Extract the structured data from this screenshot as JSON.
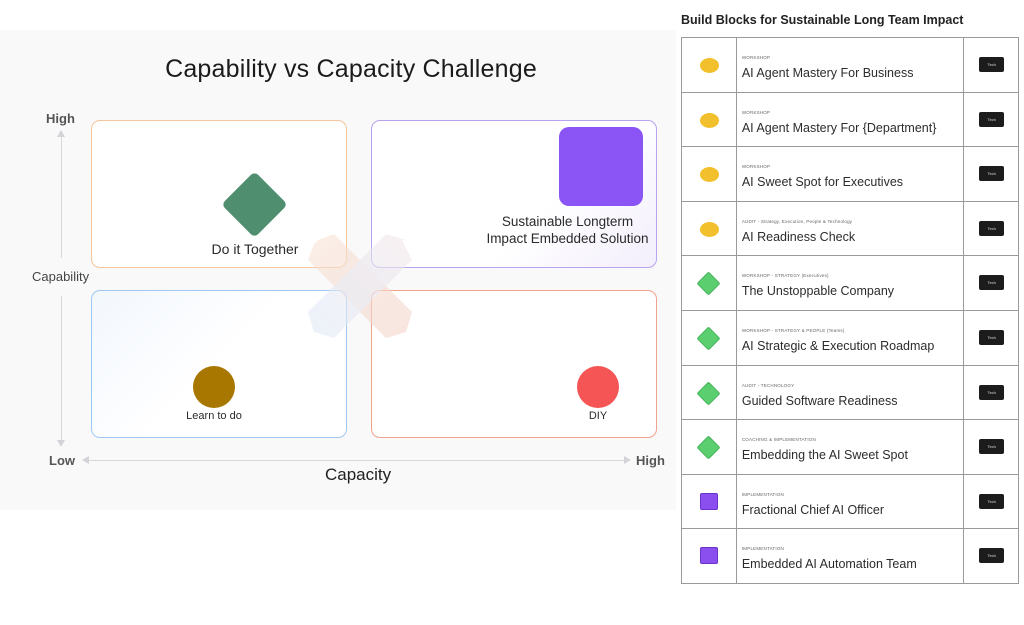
{
  "matrix": {
    "title": "Capability vs Capacity Challenge",
    "y_axis": {
      "label": "Capability",
      "high": "High"
    },
    "x_axis": {
      "label": "Capacity",
      "low": "Low",
      "high": "High"
    },
    "quadrants": {
      "top_left": {
        "label": "Do it Together",
        "shape": "diamond",
        "color": "#4f8f6f"
      },
      "top_right": {
        "label_line1": "Sustainable Longterm",
        "label_line2": "Impact Embedded Solution",
        "shape": "square",
        "color": "#8b55f5"
      },
      "bottom_left": {
        "label": "Learn to do",
        "shape": "circle",
        "color": "#a87700"
      },
      "bottom_right": {
        "label": "DIY",
        "shape": "circle",
        "color": "#f55555"
      }
    }
  },
  "build_blocks": {
    "title": "Build Blocks for Sustainable Long Team Impact",
    "rows": [
      {
        "icon": "yellow-circle",
        "category": "WORKSHOP",
        "title": "AI Agent Mastery For Business",
        "tag": "Tech"
      },
      {
        "icon": "yellow-circle",
        "category": "WORKSHOP",
        "title": "AI Agent Mastery For {Department}",
        "tag": "Tech"
      },
      {
        "icon": "yellow-circle",
        "category": "WORKSHOP",
        "title": "AI Sweet Spot for Executives",
        "tag": "Tech"
      },
      {
        "icon": "yellow-circle",
        "category": "AUDIT - Strategy, Execution, People & Technology",
        "title": "AI Readiness Check",
        "tag": "Tech"
      },
      {
        "icon": "green-diamond",
        "category": "WORKSHOP - STRATEGY (Executives)",
        "title": "The Unstoppable Company",
        "tag": "Tech"
      },
      {
        "icon": "green-diamond",
        "category": "WORKSHOP - STRATEGY & PEOPLE (Teams)",
        "title": "AI Strategic & Execution Roadmap",
        "tag": "Tech"
      },
      {
        "icon": "green-diamond",
        "category": "AUDIT - TECHNOLOGY",
        "title": "Guided Software Readiness",
        "tag": "Tech"
      },
      {
        "icon": "green-diamond",
        "category": "COACHING & IMPLEMENTATION",
        "title": "Embedding the AI Sweet Spot",
        "tag": "Tech"
      },
      {
        "icon": "purple-square",
        "category": "IMPLEMENTATION",
        "title": "Fractional Chief AI Officer",
        "tag": "Tech"
      },
      {
        "icon": "purple-square",
        "category": "IMPLEMENTATION",
        "title": "Embedded AI Automation Team",
        "tag": "Tech"
      }
    ]
  }
}
